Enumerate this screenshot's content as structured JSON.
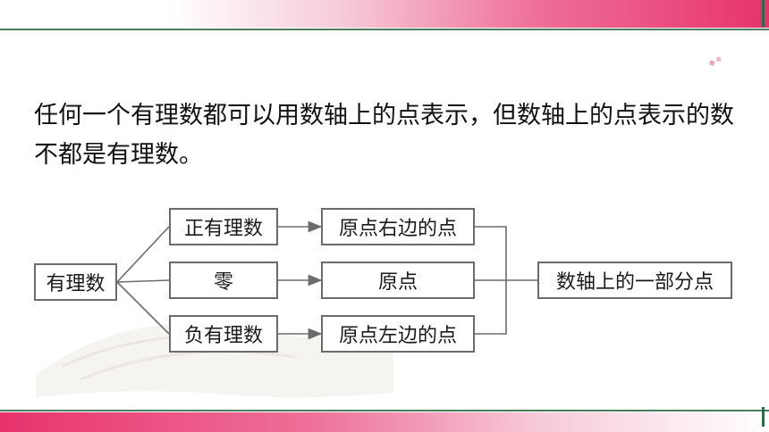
{
  "statement": "任何一个有理数都可以用数轴上的点表示，但数轴上的点表示的数不都是有理数。",
  "diagram": {
    "root": "有理数",
    "branches": [
      {
        "category": "正有理数",
        "point": "原点右边的点"
      },
      {
        "category": "零",
        "point": "原点"
      },
      {
        "category": "负有理数",
        "point": "原点左边的点"
      }
    ],
    "result": "数轴上的一部分点"
  },
  "colors": {
    "accent_pink": "#e8336d",
    "line_green": "#4a7d5c",
    "box_border": "#6b6b6b"
  }
}
